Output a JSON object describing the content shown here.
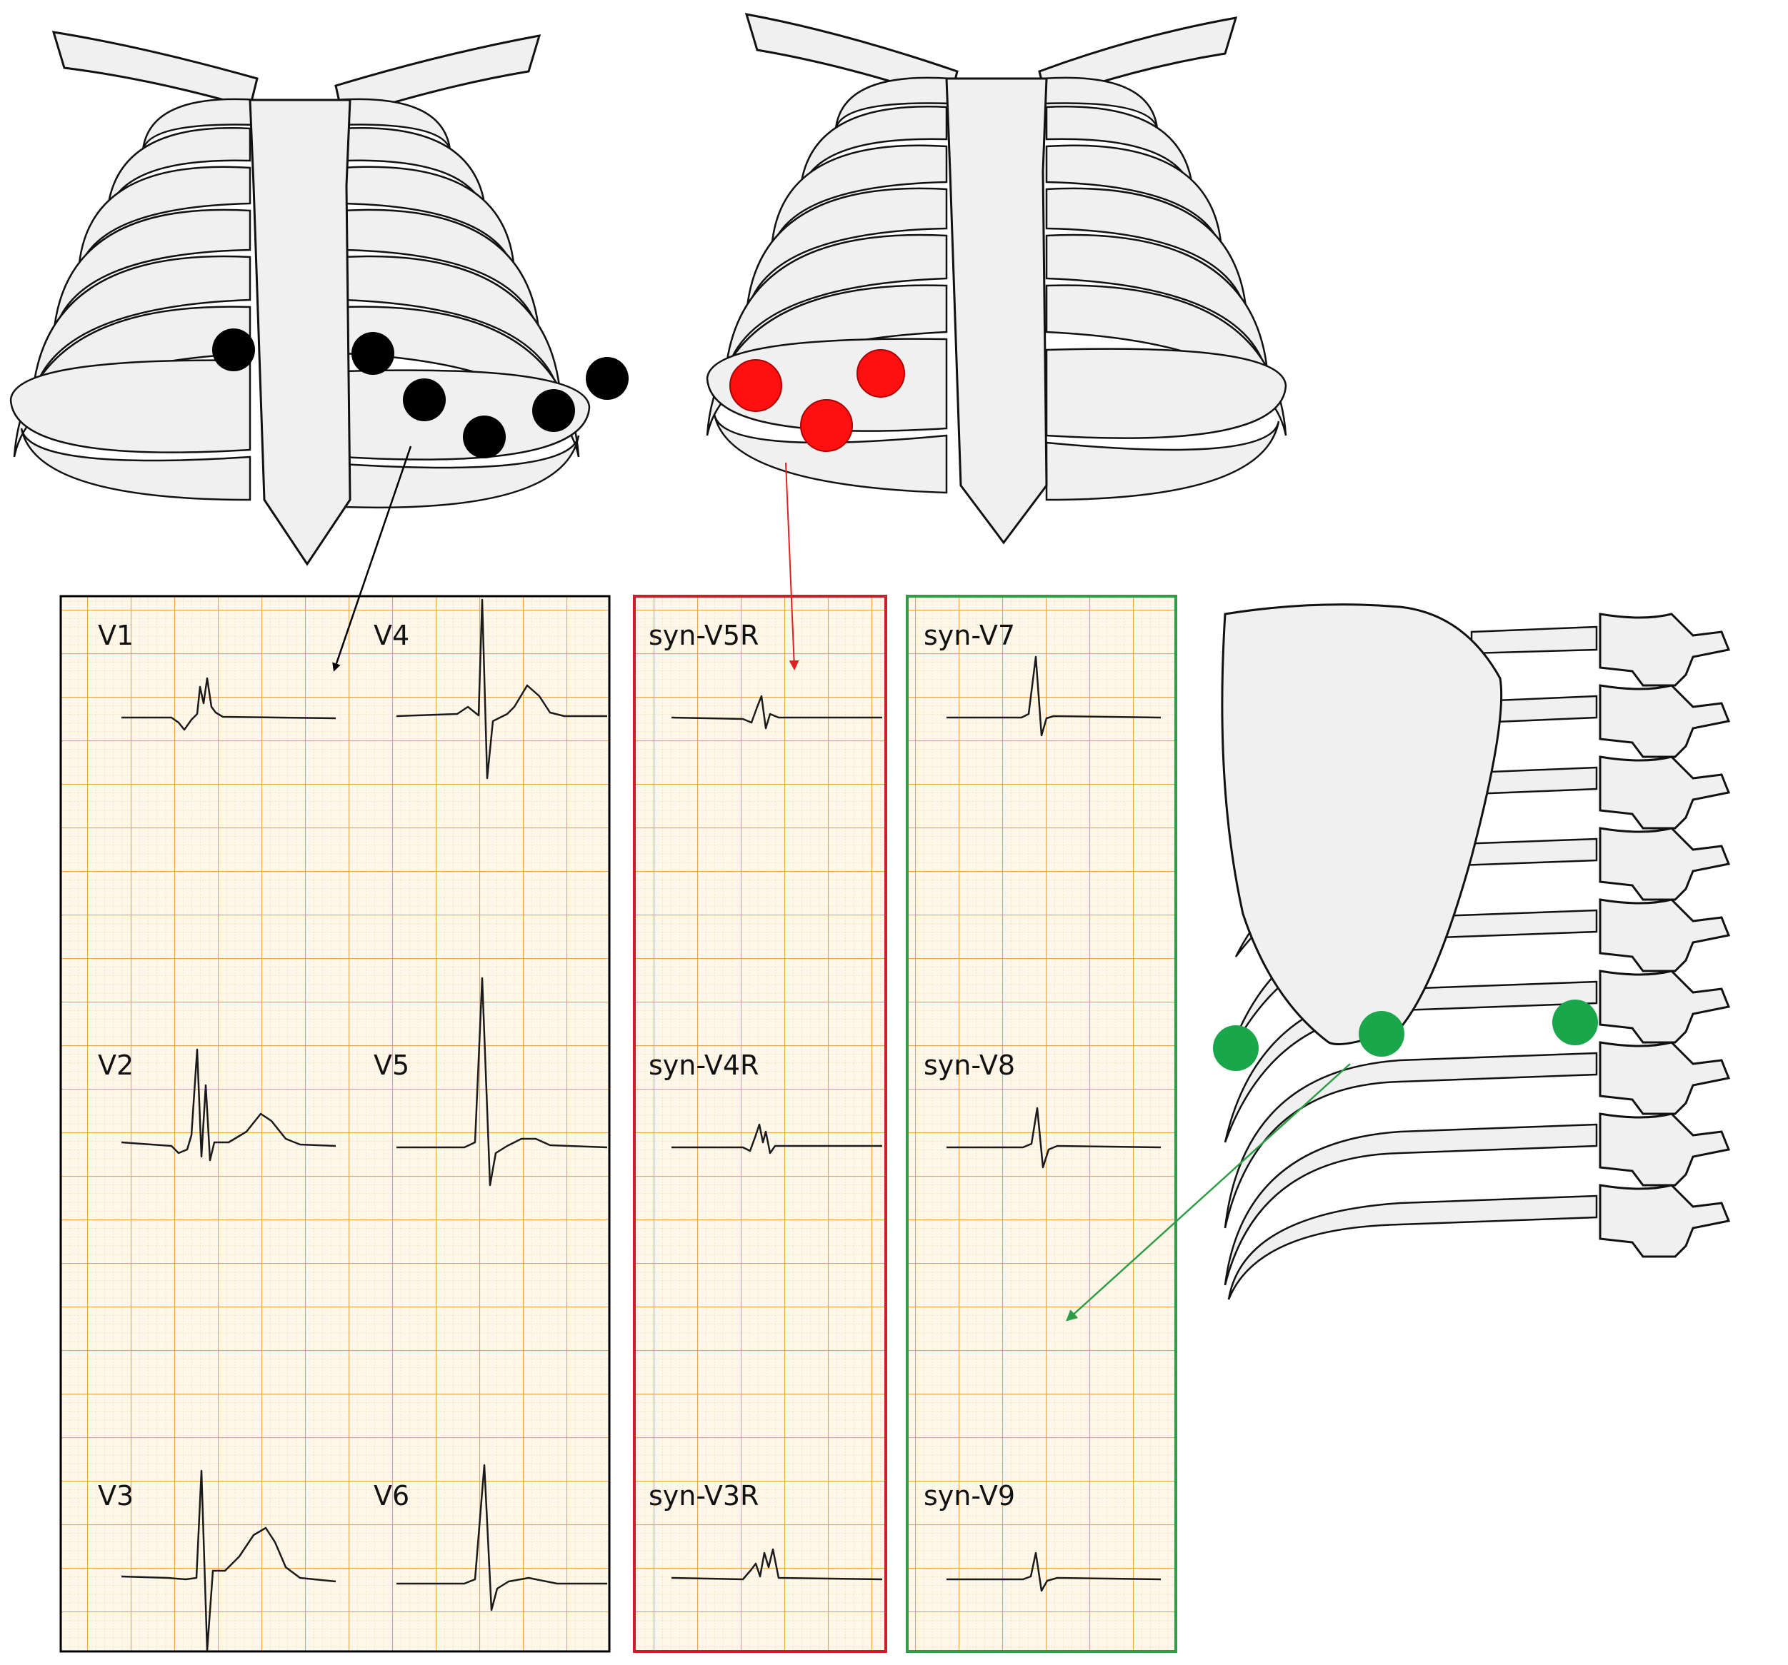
{
  "colors": {
    "electrode_standard": "#000000",
    "electrode_right": "#ff0000",
    "electrode_posterior": "#1aa64a",
    "panel_standard_border": "#000000",
    "panel_right_border": "#c8202a",
    "panel_posterior_border": "#2e9e46",
    "grid_major": "#e8a54a",
    "grid_minor": "#f5c98a",
    "paper": "#fff7ea"
  },
  "panels": {
    "standard": {
      "leads": [
        {
          "label": "V1"
        },
        {
          "label": "V4"
        },
        {
          "label": "V2"
        },
        {
          "label": "V5"
        },
        {
          "label": "V3"
        },
        {
          "label": "V6"
        }
      ]
    },
    "right": {
      "leads": [
        {
          "label": "syn-V5R"
        },
        {
          "label": "syn-V4R"
        },
        {
          "label": "syn-V3R"
        }
      ]
    },
    "posterior": {
      "leads": [
        {
          "label": "syn-V7"
        },
        {
          "label": "syn-V8"
        },
        {
          "label": "syn-V9"
        }
      ]
    }
  },
  "illustrations": {
    "anterior_chest_standard": {
      "icon": "rib-cage-front-icon",
      "electrode_count": 6
    },
    "anterior_chest_right": {
      "icon": "rib-cage-front-icon",
      "electrode_count": 3
    },
    "lateral_chest_posterior": {
      "icon": "rib-cage-side-icon",
      "electrode_count": 3
    }
  }
}
